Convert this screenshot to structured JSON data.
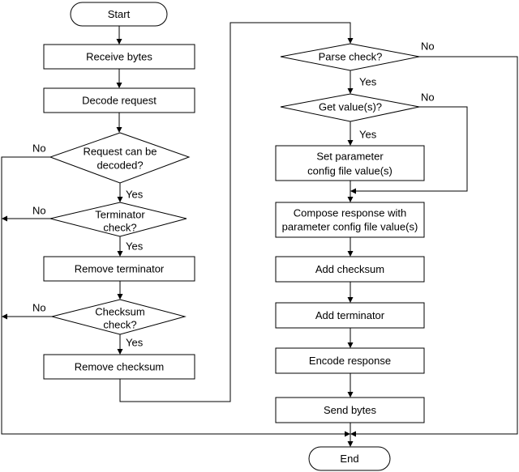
{
  "nodes": {
    "start": "Start",
    "receive_bytes": "Receive bytes",
    "decode_request": "Decode request",
    "request_decoded": [
      "Request can be",
      "decoded?"
    ],
    "terminator_check": [
      "Terminator",
      "check?"
    ],
    "remove_terminator": "Remove terminator",
    "checksum_check": [
      "Checksum",
      "check?"
    ],
    "remove_checksum": "Remove checksum",
    "parse_check": "Parse check?",
    "get_values": "Get value(s)?",
    "set_parameter": [
      "Set parameter",
      "config file value(s)"
    ],
    "compose_response": [
      "Compose response with",
      "parameter config file value(s)"
    ],
    "add_checksum": "Add checksum",
    "add_terminator": "Add terminator",
    "encode_response": "Encode response",
    "send_bytes": "Send bytes",
    "end": "End"
  },
  "edge_labels": {
    "yes": "Yes",
    "no": "No"
  }
}
